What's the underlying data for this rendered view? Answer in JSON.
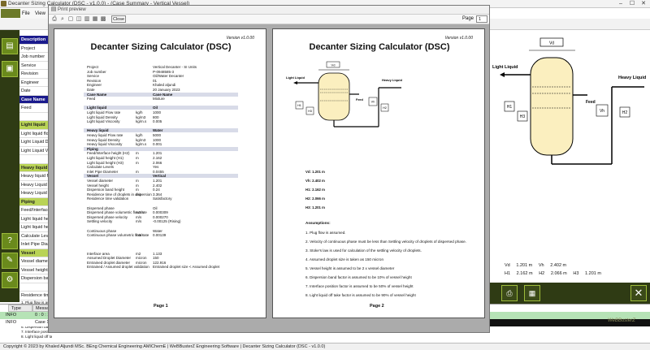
{
  "app": {
    "title": "Decanter Sizing Calculator (DSC - v1.0.0) - (Case Summary - Vertical Vessel)",
    "menu": [
      "File",
      "View"
    ],
    "window_controls": [
      "–",
      "☐",
      "✕"
    ]
  },
  "description_panel": {
    "rows": [
      {
        "text": "Description",
        "type": "hdr"
      },
      {
        "text": "Project",
        "type": "row"
      },
      {
        "text": "Job number",
        "type": "row"
      },
      {
        "text": "Service",
        "type": "row"
      },
      {
        "text": "Revision",
        "type": "row"
      },
      {
        "text": "Engineer",
        "type": "row"
      },
      {
        "text": "Date",
        "type": "row"
      },
      {
        "text": "Case Name",
        "type": "hdr"
      },
      {
        "text": "Feed",
        "type": "row"
      },
      {
        "text": "",
        "type": "blank"
      },
      {
        "text": "Light liquid",
        "type": "sec"
      },
      {
        "text": "Light liquid flow is",
        "type": "row"
      },
      {
        "text": "Light Liquid Densit",
        "type": "row"
      },
      {
        "text": "Light Liquid Viscos",
        "type": "row"
      },
      {
        "text": "",
        "type": "blank"
      },
      {
        "text": "Heavy liquid",
        "type": "sec"
      },
      {
        "text": "Heavy liquid flow",
        "type": "row"
      },
      {
        "text": "Heavy Liquid Dens",
        "type": "row"
      },
      {
        "text": "Heavy Liquid Visco",
        "type": "row"
      },
      {
        "text": "Piping",
        "type": "sec"
      },
      {
        "text": "Feed/Interface hei",
        "type": "row"
      },
      {
        "text": "Light liquid height",
        "type": "row"
      },
      {
        "text": "Light liquid height",
        "type": "row"
      },
      {
        "text": "Calculate Levels",
        "type": "row"
      },
      {
        "text": "Inlet Pipe Diameter",
        "type": "row"
      },
      {
        "text": "Vessel",
        "type": "sec"
      },
      {
        "text": "Vessel diameter",
        "type": "row"
      },
      {
        "text": "Vessel height",
        "type": "row"
      },
      {
        "text": "Dispersion band le",
        "type": "row"
      },
      {
        "text": "",
        "type": "blank"
      },
      {
        "text": "Residence time of",
        "type": "row"
      }
    ],
    "assumption_snippets": [
      "1. Plug flow is as",
      "2. Velocity of cont",
      "3. Stoke's law is u",
      "4. Assumed drople",
      "5. Vessel height is",
      "6. Dispersion band",
      "7. Interface positio",
      "8. Light liquid off ta"
    ]
  },
  "log_panel": {
    "headers": [
      "Type",
      "Message"
    ],
    "rows": [
      {
        "type": "INFO",
        "message": "0 : 0 : 1"
      },
      {
        "type": "INFO",
        "message": "Case 1 Ab"
      }
    ]
  },
  "status_bar": "Copyright © 2023 by Khaled Aljundi MSc. BEng Chemical Engineering AMIChemE | WeBBusterZ Engineering Software | Decanter Sizing Calculator (DSC - v1.0.0)",
  "watermark": "WeBBusterZ",
  "right_panel": {
    "labels": {
      "vd": "Vd",
      "light_liquid": "Light Liquid",
      "heavy_liquid": "Heavy Liquid",
      "feed": "Feed",
      "vh": "Vh",
      "h1": "H1",
      "h2": "H2",
      "h3": "H3"
    },
    "summary": [
      {
        "k": "Vd",
        "v": "1.201 m"
      },
      {
        "k": "Vh",
        "v": "2.402 m"
      },
      {
        "k": "H1",
        "v": "2.162 m"
      },
      {
        "k": "H2",
        "v": "2.066 m"
      },
      {
        "k": "H3",
        "v": "1.201 m"
      }
    ],
    "icons": [
      "printer-icon",
      "csv-icon",
      "close-icon"
    ]
  },
  "print_preview": {
    "title": "Print preview",
    "close_label": "Close",
    "page_label": "Page",
    "page_value": "1",
    "page1": {
      "version": "Version v1.0.00",
      "title": "Decanter Sizing Calculator (DSC)",
      "page_number": "Page 1",
      "rows": [
        {
          "label": "Project",
          "unit": "",
          "value": "Vertical Decanter - SI Units",
          "shade": false
        },
        {
          "label": "Job number",
          "unit": "",
          "value": "P-0948585-3",
          "shade": false
        },
        {
          "label": "Service",
          "unit": "",
          "value": "Oil/Water Decanter",
          "shade": false
        },
        {
          "label": "Revision",
          "unit": "",
          "value": "01",
          "shade": false
        },
        {
          "label": "Engineer",
          "unit": "",
          "value": "Khaled aljundi",
          "shade": false
        },
        {
          "label": "Date",
          "unit": "",
          "value": "20 January 2023",
          "shade": false
        },
        {
          "label": "Case Name",
          "unit": "",
          "value": "Case Name",
          "shade": true
        },
        {
          "label": "Feed",
          "unit": "",
          "value": "Mixture",
          "shade": false
        },
        {
          "label": "",
          "unit": "",
          "value": "",
          "shade": false
        },
        {
          "label": "Light liquid",
          "unit": "",
          "value": "Oil",
          "shade": true
        },
        {
          "label": "Light liquid Flow rate",
          "unit": "kg/h",
          "value": "1000",
          "shade": false
        },
        {
          "label": "Light liquid Density",
          "unit": "kg/m3",
          "value": "800",
          "shade": false
        },
        {
          "label": "Light liquid Viscosity",
          "unit": "kg/m.s",
          "value": "0.005",
          "shade": false
        },
        {
          "label": "",
          "unit": "",
          "value": "",
          "shade": false
        },
        {
          "label": "Heavy liquid",
          "unit": "",
          "value": "Water",
          "shade": true
        },
        {
          "label": "Heavy liquid Flow rate",
          "unit": "kg/h",
          "value": "5000",
          "shade": false
        },
        {
          "label": "Heavy liquid Density",
          "unit": "kg/m3",
          "value": "1000",
          "shade": false
        },
        {
          "label": "Heavy liquid Viscosity",
          "unit": "kg/m.s",
          "value": "0.001",
          "shade": false
        },
        {
          "label": "Piping",
          "unit": "",
          "value": "",
          "shade": true
        },
        {
          "label": "Feed/Interface height (H2)",
          "unit": "m",
          "value": "1.201",
          "shade": false
        },
        {
          "label": "Light liquid height (H1)",
          "unit": "m",
          "value": "2.162",
          "shade": false
        },
        {
          "label": "Light liquid height (H3)",
          "unit": "m",
          "value": "2.066",
          "shade": false
        },
        {
          "label": "Calculate Levels",
          "unit": "",
          "value": "Yes",
          "shade": false
        },
        {
          "label": "Inlet Pipe Diameter",
          "unit": "m",
          "value": "0.0455",
          "shade": false
        },
        {
          "label": "Vessel",
          "unit": "",
          "value": "Vertical",
          "shade": true
        },
        {
          "label": "Vessel diameter",
          "unit": "m",
          "value": "1.201",
          "shade": false
        },
        {
          "label": "Vessel height",
          "unit": "m",
          "value": "2.402",
          "shade": false
        },
        {
          "label": "Dispersion band height",
          "unit": "m",
          "value": "0.24",
          "shade": false
        },
        {
          "label": "Residence time of droplets in dispersion",
          "unit": "min",
          "value": "3.364",
          "shade": false
        },
        {
          "label": "Residence time validation",
          "unit": "",
          "value": "Satisfactory",
          "shade": false
        },
        {
          "label": "",
          "unit": "",
          "value": "",
          "shade": false
        },
        {
          "label": "Dispersed phase",
          "unit": "",
          "value": "Oil",
          "shade": false
        },
        {
          "label": "Dispersed phase volumetric flow rate",
          "unit": "m3/s",
          "value": "0.000309",
          "shade": false
        },
        {
          "label": "Dispersed phase velocity",
          "unit": "m/s",
          "value": "0.000270",
          "shade": false
        },
        {
          "label": "Settling velocity",
          "unit": "m/s",
          "value": "-0.00125 (Rising)",
          "shade": false
        },
        {
          "label": "",
          "unit": "",
          "value": "",
          "shade": false
        },
        {
          "label": "Continuous phase",
          "unit": "",
          "value": "Water",
          "shade": false
        },
        {
          "label": "Continuous phase volumetric flow rate",
          "unit": "m3/s",
          "value": "0.00139",
          "shade": false
        },
        {
          "label": "",
          "unit": "",
          "value": "",
          "shade": false
        },
        {
          "label": "",
          "unit": "",
          "value": "",
          "shade": false
        },
        {
          "label": "",
          "unit": "",
          "value": "",
          "shade": false
        },
        {
          "label": "Interface area",
          "unit": "m2",
          "value": "1.133",
          "shade": false
        },
        {
          "label": "Assumed Droplet Diameter",
          "unit": "micron",
          "value": "150",
          "shade": false
        },
        {
          "label": "Entrained droplet diameter",
          "unit": "micron",
          "value": "122.916",
          "shade": false
        },
        {
          "label": "Entrained / Assumed droplet validation",
          "unit": "",
          "value": "Entrained droplet size < Assumed droplet",
          "shade": false
        }
      ]
    },
    "page2": {
      "version": "Version v1.0.00",
      "title": "Decanter Sizing Calculator (DSC)",
      "page_number": "Page 2",
      "diagram_labels": {
        "vd": "Vd",
        "light_liquid": "Light Liquid",
        "heavy_liquid": "Heavy Liquid",
        "feed": "Feed",
        "vh": "Vh",
        "h1": "H1",
        "h2": "H2",
        "h3": "H3"
      },
      "results": [
        "Vd: 1.201 m",
        "Vh: 2.402 m",
        "H1: 2.162 m",
        "H2: 2.066 m",
        "H3: 1.201 m"
      ],
      "assumptions_title": "Assumptions:",
      "assumptions": [
        "1. Plug flow is assumed.",
        "2. Velocity of continuous phase must be less than Settling velocity of droplets of dispersed phase.",
        "3. Stoke's law is used for calculation of the settling velocity of droplets.",
        "4. Assumed droplet size is taken as 150 micron",
        "5. Vessel height is assumed to be 2 x vessel diameter",
        "6. Dispersion band factor is assumed to be 10% of vessel height",
        "7. Interface position factor is assumed to be 50% of vessel height",
        "8. Light liquid off take factor is assumed to be 90% of vessel height"
      ]
    }
  }
}
